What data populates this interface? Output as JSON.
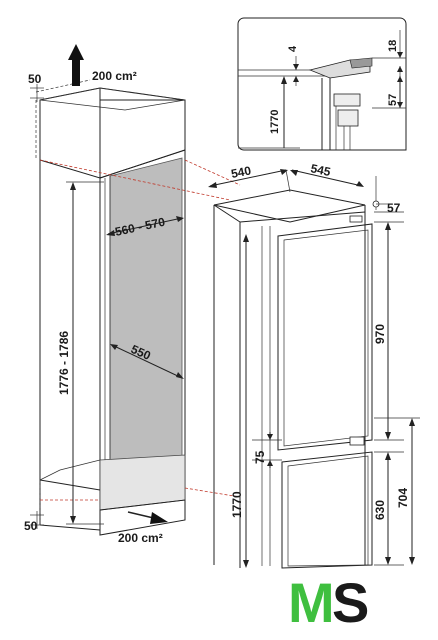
{
  "dimensions": {
    "top_gap": "50",
    "bottom_gap": "50",
    "vent_top": "200 cm²",
    "vent_bottom": "200 cm²",
    "niche_width": "560 - 570",
    "niche_depth": "550",
    "niche_height": "1776 - 1786",
    "appliance_width": "540",
    "appliance_depth": "545",
    "appliance_height": "1770",
    "top_offset": "57",
    "fridge_door": "970",
    "freezer_door_gap": "75",
    "freezer_height": "704",
    "freezer_door": "630",
    "detail_gap": "4",
    "detail_thickness": "18",
    "detail_height": "1770",
    "detail_offset": "57"
  },
  "logo": {
    "letter1": "M",
    "letter2": "S",
    "color1": "#3fbf3f",
    "color2": "#1a1a1a"
  }
}
